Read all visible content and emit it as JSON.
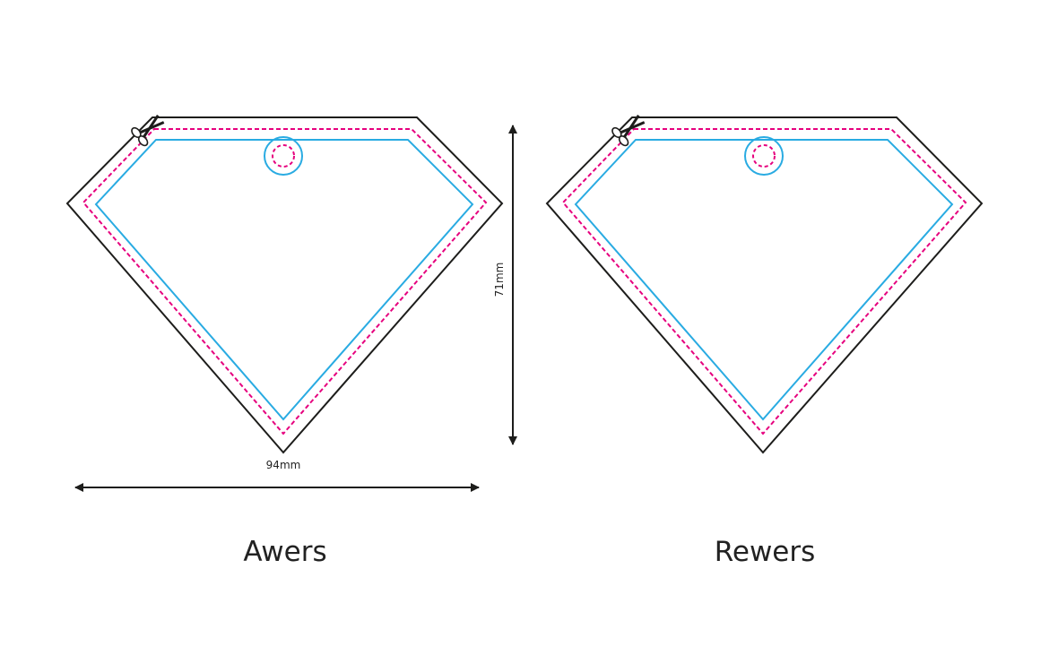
{
  "colors": {
    "cut_line": "#1d1d1b",
    "safe_line": "#e6007e",
    "trim_line": "#29abe2",
    "arrow": "#1d1d1b"
  },
  "dimensions": {
    "width_label": "94mm",
    "height_label": "71mm"
  },
  "sides": [
    {
      "label": "Awers"
    },
    {
      "label": "Rewers"
    }
  ],
  "icons": {
    "cut_marker": "scissors-icon",
    "hanging_hole": "hole-marker"
  }
}
